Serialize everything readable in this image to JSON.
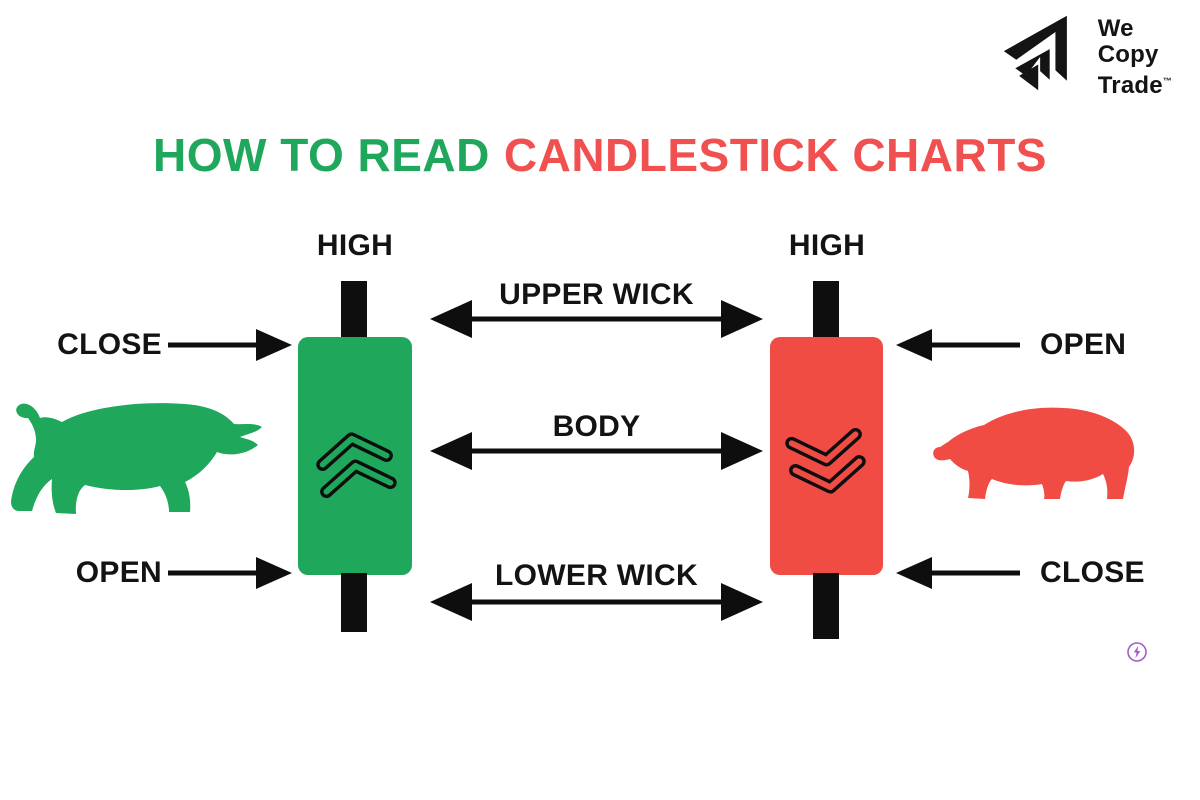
{
  "colors": {
    "background": "#FFFFFF",
    "green": "#1FA75C",
    "red": "#F04C44",
    "title_green": "#1FA75C",
    "title_red": "#F05150",
    "black": "#0E0E0E",
    "text": "#131313",
    "logo": "#141414",
    "purple": "#A55CC6"
  },
  "logo": {
    "line1": "We",
    "line2": "Copy",
    "line3": "Trade",
    "trademark": "™"
  },
  "title": {
    "green_text": "HOW TO READ",
    "red_text": "CANDLESTICK CHARTS"
  },
  "bullish_candle": {
    "high_label": "HIGH",
    "close_label": "CLOSE",
    "open_label": "OPEN"
  },
  "bearish_candle": {
    "high_label": "HIGH",
    "open_label": "OPEN",
    "close_label": "CLOSE"
  },
  "annotations": {
    "upper_wick_label": "UPPER WICK",
    "body_label": "BODY",
    "lower_wick_label": "LOWER WICK"
  }
}
